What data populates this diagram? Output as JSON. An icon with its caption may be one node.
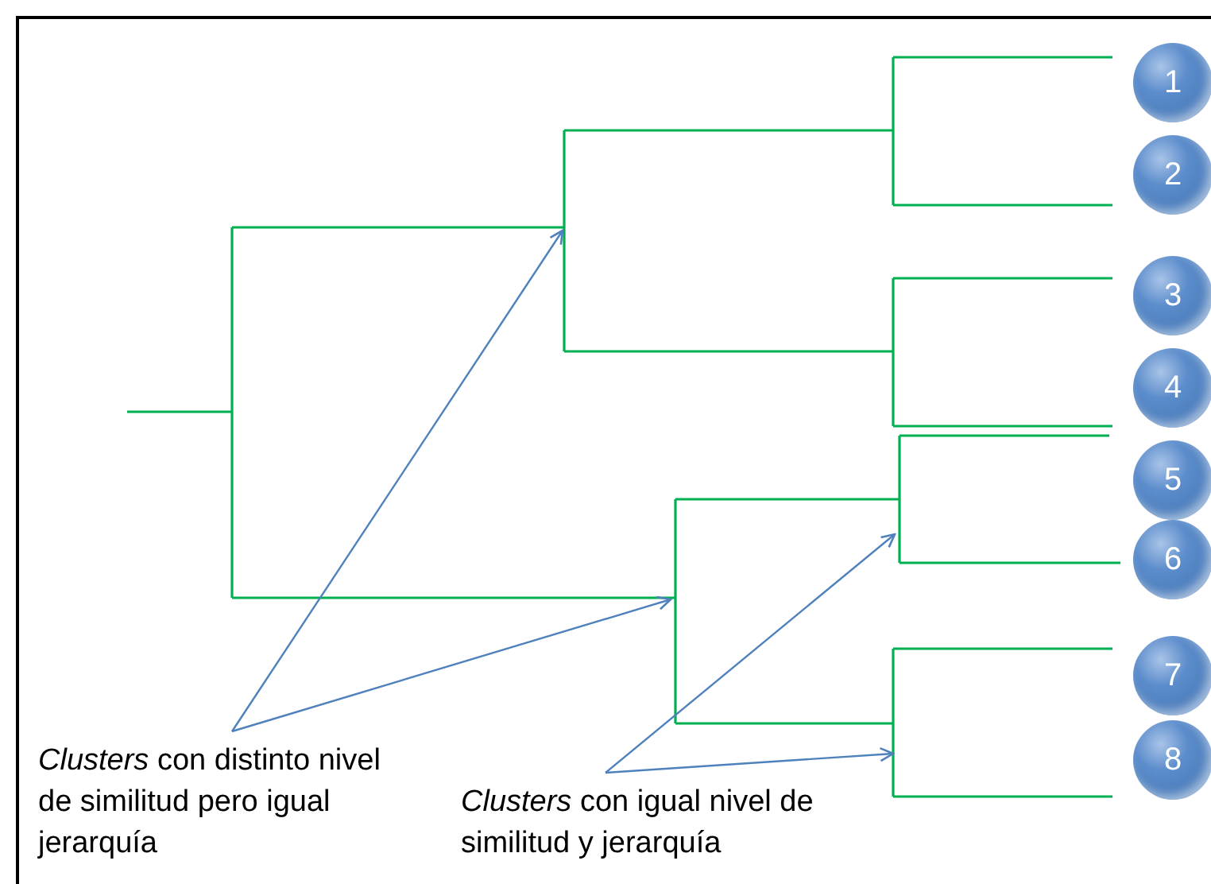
{
  "diagram": {
    "nodes": [
      {
        "text": [
          "1"
        ]
      },
      {
        "text": [
          "2"
        ]
      },
      {
        "text": [
          "3"
        ]
      },
      {
        "text": [
          "4"
        ]
      },
      {
        "text": [
          "5"
        ]
      },
      {
        "text": [
          "6"
        ]
      },
      {
        "text": [
          "7"
        ]
      },
      {
        "text": [
          "8"
        ]
      },
      {
        "text": [
          "*Clusters* con distinto nivel de similitud pero igual jerarquía"
        ]
      },
      {
        "text": [
          "*Clusters* con igual nivel de similitud y jerarquía"
        ]
      }
    ],
    "edges": [
      {
        "from": 8,
        "to": null,
        "arrow": "to"
      },
      {
        "from": 8,
        "to": null,
        "arrow": "to"
      },
      {
        "from": 9,
        "to": null,
        "arrow": "to"
      },
      {
        "from": 9,
        "to": null,
        "arrow": "to"
      }
    ]
  }
}
